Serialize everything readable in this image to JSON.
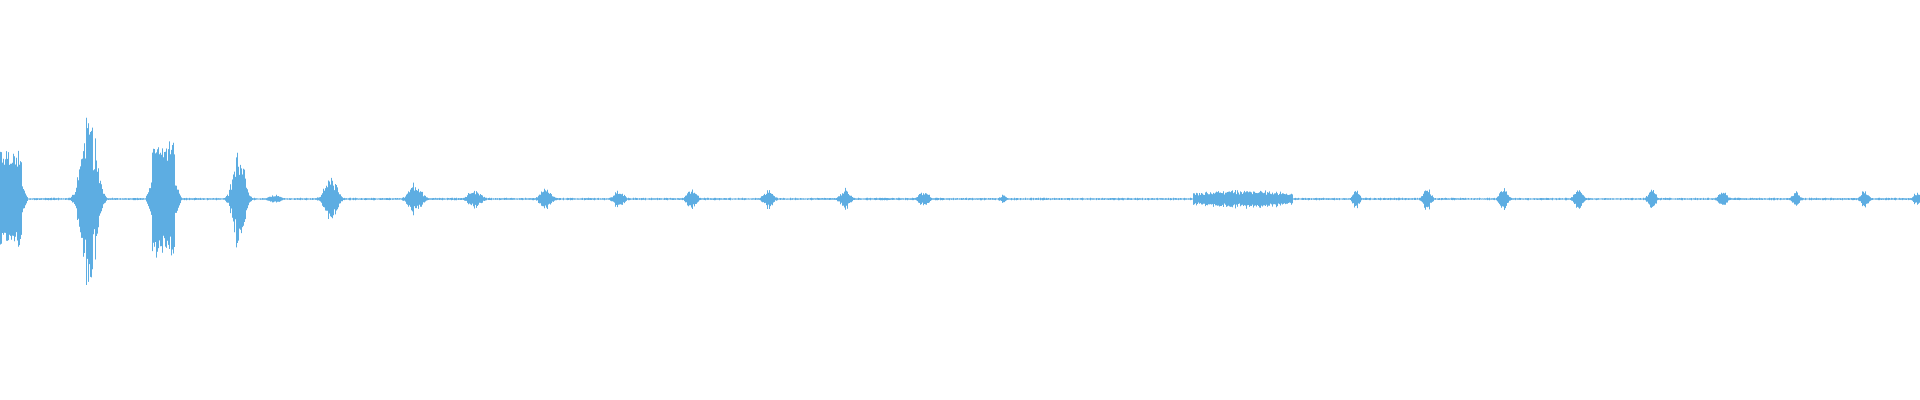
{
  "waveform": {
    "color": "#5dade2",
    "background": "#ffffff",
    "bursts": [
      {
        "center": 0.005,
        "width": 0.012,
        "amplitude": 0.47,
        "shape": "block"
      },
      {
        "center": 0.046,
        "width": 0.015,
        "amplitude": 0.97,
        "shape": "spiky"
      },
      {
        "center": 0.085,
        "width": 0.012,
        "amplitude": 0.56,
        "shape": "block"
      },
      {
        "center": 0.124,
        "width": 0.012,
        "amplitude": 0.55,
        "shape": "spiky"
      },
      {
        "center": 0.143,
        "width": 0.01,
        "amplitude": 0.05,
        "shape": "soft"
      },
      {
        "center": 0.172,
        "width": 0.012,
        "amplitude": 0.22,
        "shape": "soft"
      },
      {
        "center": 0.216,
        "width": 0.012,
        "amplitude": 0.16,
        "shape": "soft"
      },
      {
        "center": 0.247,
        "width": 0.012,
        "amplitude": 0.1,
        "shape": "soft"
      },
      {
        "center": 0.284,
        "width": 0.01,
        "amplitude": 0.12,
        "shape": "soft"
      },
      {
        "center": 0.322,
        "width": 0.009,
        "amplitude": 0.11,
        "shape": "soft"
      },
      {
        "center": 0.36,
        "width": 0.009,
        "amplitude": 0.11,
        "shape": "soft"
      },
      {
        "center": 0.4,
        "width": 0.009,
        "amplitude": 0.11,
        "shape": "soft"
      },
      {
        "center": 0.44,
        "width": 0.009,
        "amplitude": 0.11,
        "shape": "soft"
      },
      {
        "center": 0.481,
        "width": 0.009,
        "amplitude": 0.09,
        "shape": "soft"
      },
      {
        "center": 0.522,
        "width": 0.006,
        "amplitude": 0.04,
        "shape": "soft"
      },
      {
        "center": 0.647,
        "width": 0.052,
        "amplitude": 0.09,
        "shape": "plateau"
      },
      {
        "center": 0.706,
        "width": 0.006,
        "amplitude": 0.11,
        "shape": "soft"
      },
      {
        "center": 0.743,
        "width": 0.007,
        "amplitude": 0.14,
        "shape": "soft"
      },
      {
        "center": 0.783,
        "width": 0.007,
        "amplitude": 0.14,
        "shape": "soft"
      },
      {
        "center": 0.822,
        "width": 0.008,
        "amplitude": 0.11,
        "shape": "soft"
      },
      {
        "center": 0.86,
        "width": 0.007,
        "amplitude": 0.12,
        "shape": "soft"
      },
      {
        "center": 0.897,
        "width": 0.008,
        "amplitude": 0.09,
        "shape": "soft"
      },
      {
        "center": 0.935,
        "width": 0.007,
        "amplitude": 0.09,
        "shape": "soft"
      },
      {
        "center": 0.971,
        "width": 0.007,
        "amplitude": 0.1,
        "shape": "soft"
      },
      {
        "center": 0.998,
        "width": 0.006,
        "amplitude": 0.08,
        "shape": "soft"
      }
    ],
    "noise_floor": 0.012
  }
}
